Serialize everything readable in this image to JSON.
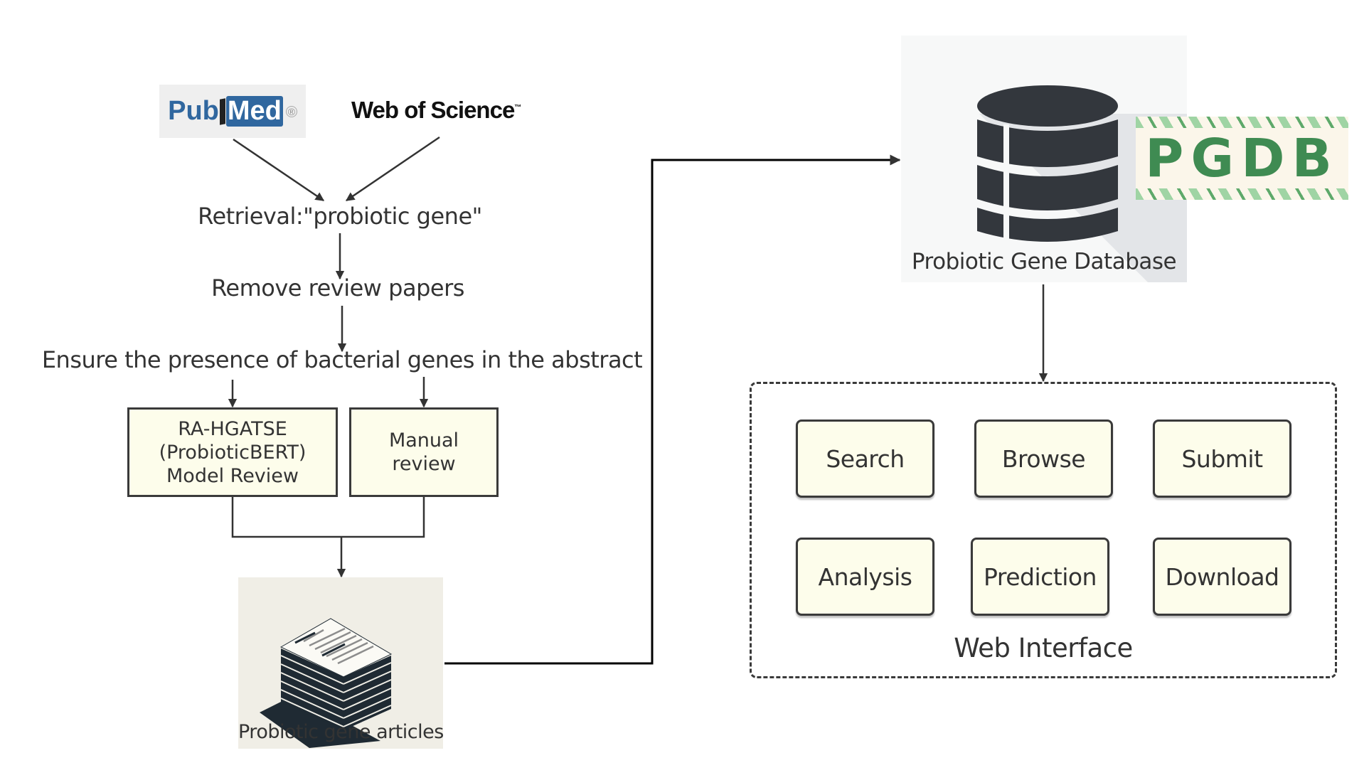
{
  "sources": {
    "pubmed": {
      "label_a": "Pub",
      "label_b": "Med",
      "mark": "®",
      "color": "#30679f"
    },
    "web_of_science": {
      "label": "Web of Science",
      "mark": "™"
    }
  },
  "pipeline": {
    "retrieval": "Retrieval:\"probiotic gene\"",
    "remove_reviews": "Remove review papers",
    "ensure_genes": "Ensure the presence of bacterial genes in the abstract",
    "model_review": {
      "line1": "RA-HGATSE",
      "line2": "(ProbioticBERT)",
      "line3": "Model Review"
    },
    "manual_review": {
      "line1": "Manual",
      "line2": "review"
    },
    "articles_label": "Probiotic gene articles"
  },
  "database": {
    "label": "Probiotic Gene Database",
    "logo_text": "PGDB",
    "logo_color": "#3f8b52"
  },
  "web_interface": {
    "title": "Web Interface",
    "buttons": [
      "Search",
      "Browse",
      "Submit",
      "Analysis",
      "Prediction",
      "Download"
    ]
  },
  "colors": {
    "box_fill": "#fdfdeb",
    "stroke": "#3a3a3a"
  }
}
